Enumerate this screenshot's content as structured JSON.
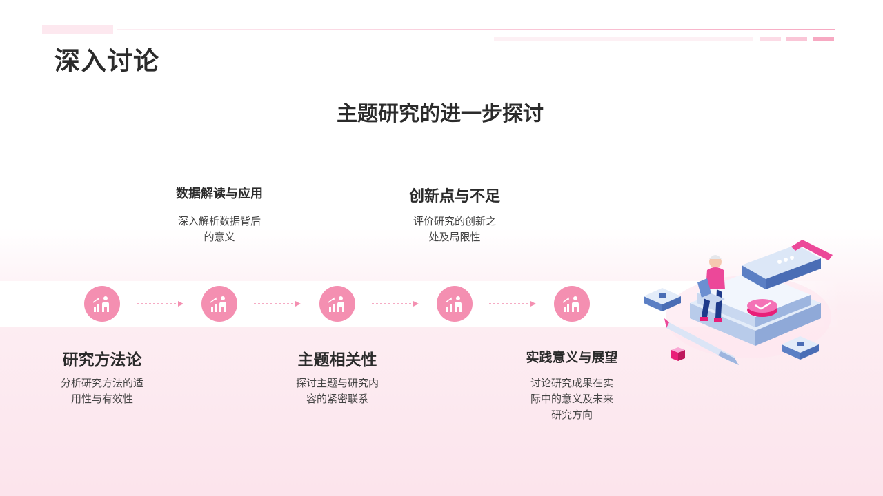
{
  "page_title": "深入讨论",
  "subtitle": "主题研究的进一步探讨",
  "colors": {
    "accent": "#f48fb1",
    "accent_dark": "#e91e78",
    "text": "#2b2b2b"
  },
  "steps": [
    {
      "title": "研究方法论",
      "desc_lines": [
        "分析研究方法的适",
        "用性与有效性"
      ],
      "icon": "people-growth-icon"
    },
    {
      "title": "数据解读与应用",
      "desc_lines": [
        "深入解析数据背后",
        "的意义"
      ],
      "icon": "people-growth-icon"
    },
    {
      "title": "主题相关性",
      "desc_lines": [
        "探讨主题与研究内",
        "容的紧密联系"
      ],
      "icon": "people-growth-icon"
    },
    {
      "title": "创新点与不足",
      "desc_lines": [
        "评价研究的创新之",
        "处及局限性"
      ],
      "icon": "people-growth-icon"
    },
    {
      "title": "实践意义与展望",
      "desc_lines": [
        "讨论研究成果在实",
        "际中的意义及未来",
        "研究方向"
      ],
      "icon": "people-growth-icon"
    }
  ],
  "illustration": "isometric-person-with-laptop-on-book-illustration"
}
